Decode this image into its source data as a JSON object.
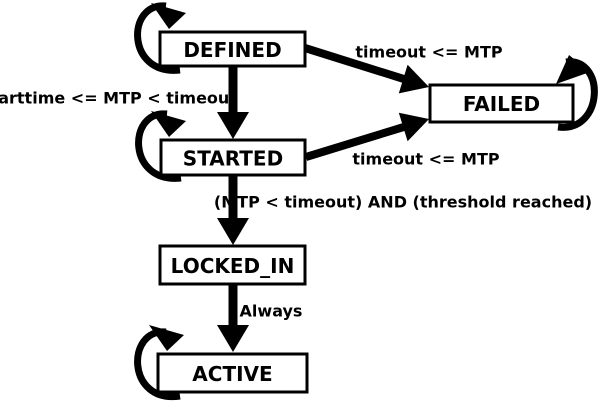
{
  "diagram": {
    "type": "state-machine",
    "background_color": "#ffffff",
    "line_color": "#000000",
    "states": [
      {
        "label": "DEFINED",
        "self_loop": true
      },
      {
        "label": "FAILED",
        "self_loop": true
      },
      {
        "label": "STARTED",
        "self_loop": true
      },
      {
        "label": "LOCKED_IN",
        "self_loop": false
      },
      {
        "label": "ACTIVE",
        "self_loop": true
      }
    ],
    "transitions": [
      {
        "from": "DEFINED",
        "to": "FAILED",
        "label": "timeout <= MTP"
      },
      {
        "from": "STARTED",
        "to": "FAILED",
        "label": "timeout <= MTP"
      },
      {
        "from": "DEFINED",
        "to": "STARTED",
        "label": "starttime <= MTP < timeout"
      },
      {
        "from": "STARTED",
        "to": "LOCKED_IN",
        "label": "(MTP < timeout) AND (threshold reached)"
      },
      {
        "from": "LOCKED_IN",
        "to": "ACTIVE",
        "label": "Always"
      }
    ]
  }
}
